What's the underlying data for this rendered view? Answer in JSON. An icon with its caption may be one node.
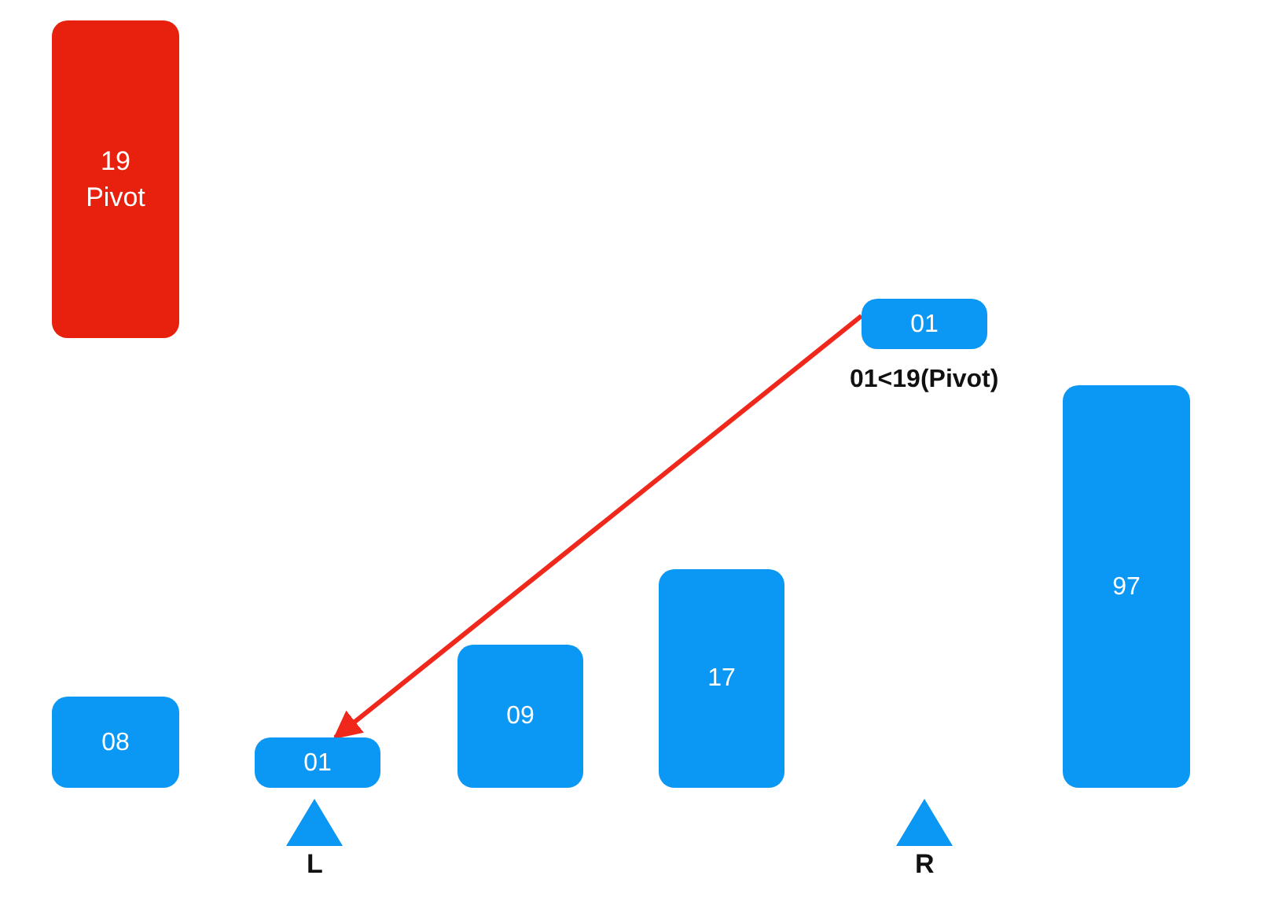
{
  "diagram": {
    "nodes": [
      {
        "text": [
          "19",
          "Pivot"
        ]
      },
      {
        "text": [
          "01"
        ],
        "beside": [
          "01<19(Pivot)"
        ]
      },
      {
        "text": [
          "08"
        ]
      },
      {
        "text": [
          "01"
        ]
      },
      {
        "text": [
          "09"
        ]
      },
      {
        "text": [
          "17"
        ]
      },
      {
        "text": [
          "97"
        ]
      }
    ],
    "edges": [
      {
        "from": 1,
        "to": 3,
        "arrow": "to",
        "color": "#f0281c"
      }
    ],
    "labels": [
      "L",
      "R"
    ]
  }
}
